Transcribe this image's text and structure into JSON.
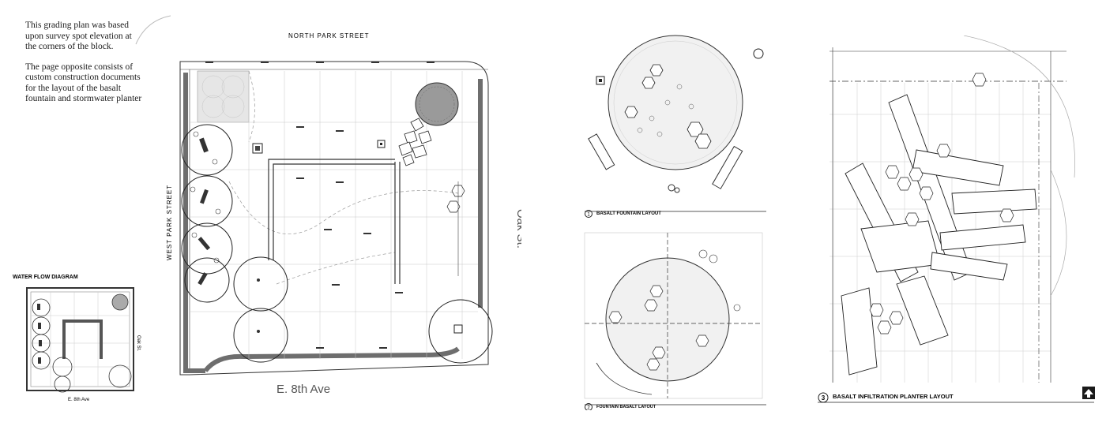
{
  "intro": {
    "para1": "This grading plan was based upon survey spot elevation at the corners of the block.",
    "para2": "The page opposite consists of custom construction documents for the layout of the basalt fountain and stormwater planter"
  },
  "grading_plan": {
    "street_north": "NORTH PARK STREET",
    "street_west": "WEST PARK STREET",
    "street_east": "Oak St.",
    "street_south": "E. 8th Ave"
  },
  "water_flow": {
    "title": "WATER FLOW DIAGRAM",
    "street_east": "Oak St.",
    "street_south": "E. 8th Ave"
  },
  "details": {
    "fountain_layout": {
      "number": "1",
      "title": "BASALT FOUNTAIN LAYOUT"
    },
    "fountain_basalt_layout": {
      "number": "2",
      "title": "FOUNTAIN BASALT LAYOUT"
    },
    "planter_layout": {
      "number": "3",
      "title": "BASALT INFILTRATION PLANTER LAYOUT"
    }
  },
  "colors": {
    "ink": "#1a1a1a",
    "wall": "#6e6e6e",
    "hatch": "#cfcfcf",
    "fountain": "#9a9a9a"
  },
  "icons": {
    "north_arrow": "north-arrow-icon"
  }
}
